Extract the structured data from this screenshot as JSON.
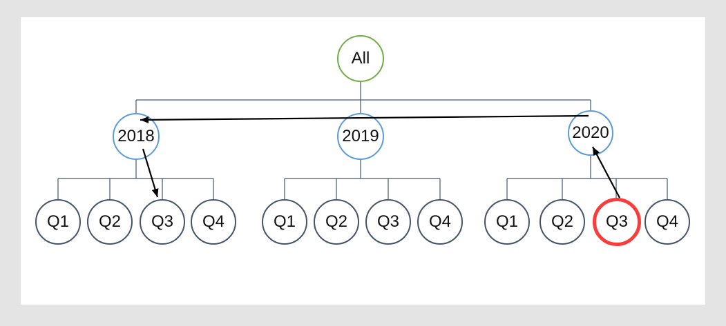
{
  "page": {
    "background_color": "#e4e4e4",
    "canvas_color": "#ffffff"
  },
  "chart": {
    "type": "hierarchy-tree",
    "root": {
      "label": "All",
      "border_color": "#70AD47"
    },
    "year_border_color": "#5B9BD5",
    "quarter_border_color": "#44546A",
    "highlight_border_color": "#FA3C3C",
    "connector_color": "#44546A",
    "arrow_color": "#000000",
    "years": [
      {
        "label": "2018",
        "quarters": [
          {
            "label": "Q1"
          },
          {
            "label": "Q2"
          },
          {
            "label": "Q3"
          },
          {
            "label": "Q4"
          }
        ]
      },
      {
        "label": "2019",
        "quarters": [
          {
            "label": "Q1"
          },
          {
            "label": "Q2"
          },
          {
            "label": "Q3"
          },
          {
            "label": "Q4"
          }
        ]
      },
      {
        "label": "2020",
        "quarters": [
          {
            "label": "Q1"
          },
          {
            "label": "Q2"
          },
          {
            "label": "Q3",
            "highlighted": true
          },
          {
            "label": "Q4"
          }
        ]
      }
    ],
    "arrows": [
      {
        "from": "2020",
        "to": "2018"
      },
      {
        "from": "2018",
        "to": "2018-Q3"
      },
      {
        "from": "2020-Q3",
        "to": "2020"
      }
    ]
  }
}
